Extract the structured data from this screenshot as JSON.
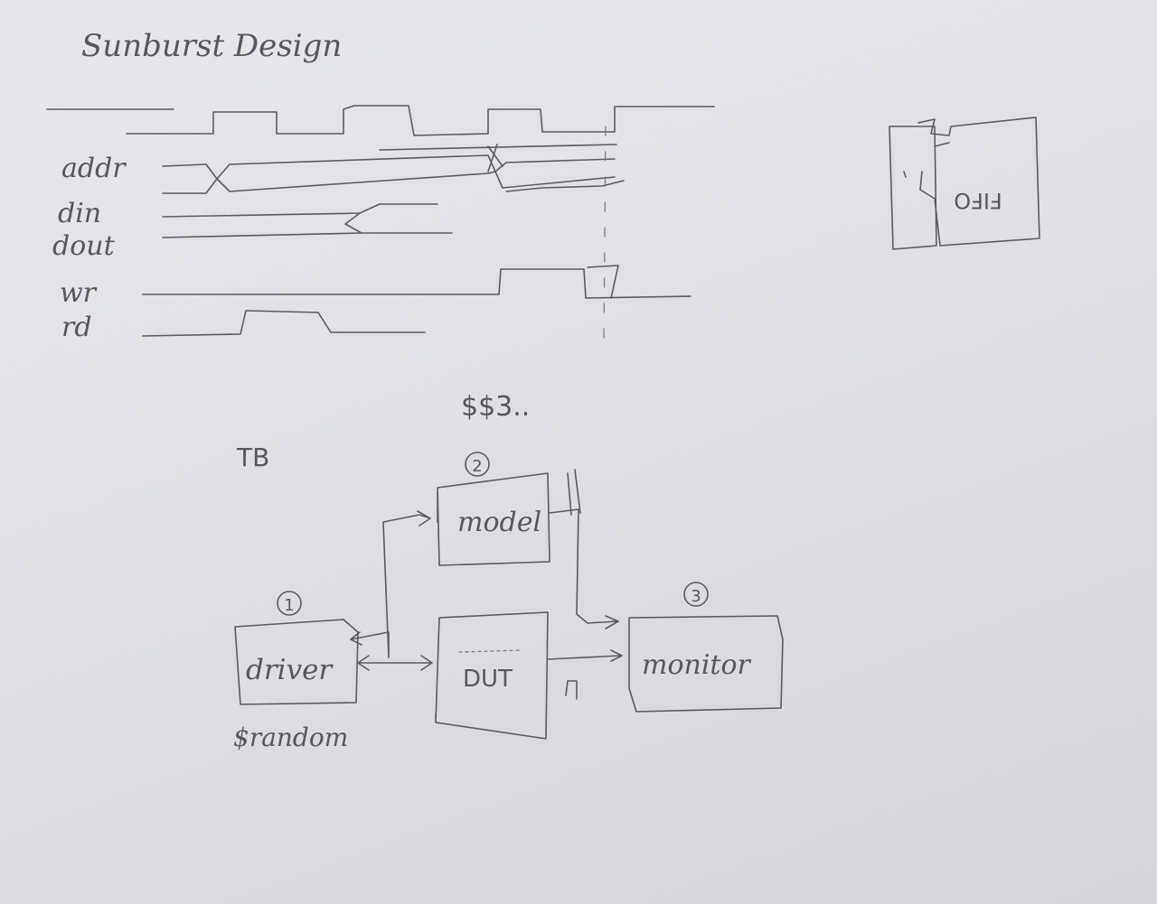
{
  "title": "Sunburst Design",
  "waveform": {
    "signals": [
      {
        "id": "addr",
        "label": "addr"
      },
      {
        "id": "din",
        "label": "din"
      },
      {
        "id": "dout",
        "label": "dout"
      },
      {
        "id": "wr",
        "label": "wr"
      },
      {
        "id": "rd",
        "label": "rd"
      }
    ]
  },
  "fifo_sketch": {
    "label": "FIFO"
  },
  "testbench": {
    "tb_label": "TB",
    "dollar_note": "$$3..",
    "random_note": "$random",
    "blocks": [
      {
        "id": "model",
        "label": "model",
        "number": "2"
      },
      {
        "id": "driver",
        "label": "driver",
        "number": "1"
      },
      {
        "id": "dut",
        "label": "DUT",
        "number": ""
      },
      {
        "id": "monitor",
        "label": "monitor",
        "number": "3"
      }
    ]
  }
}
